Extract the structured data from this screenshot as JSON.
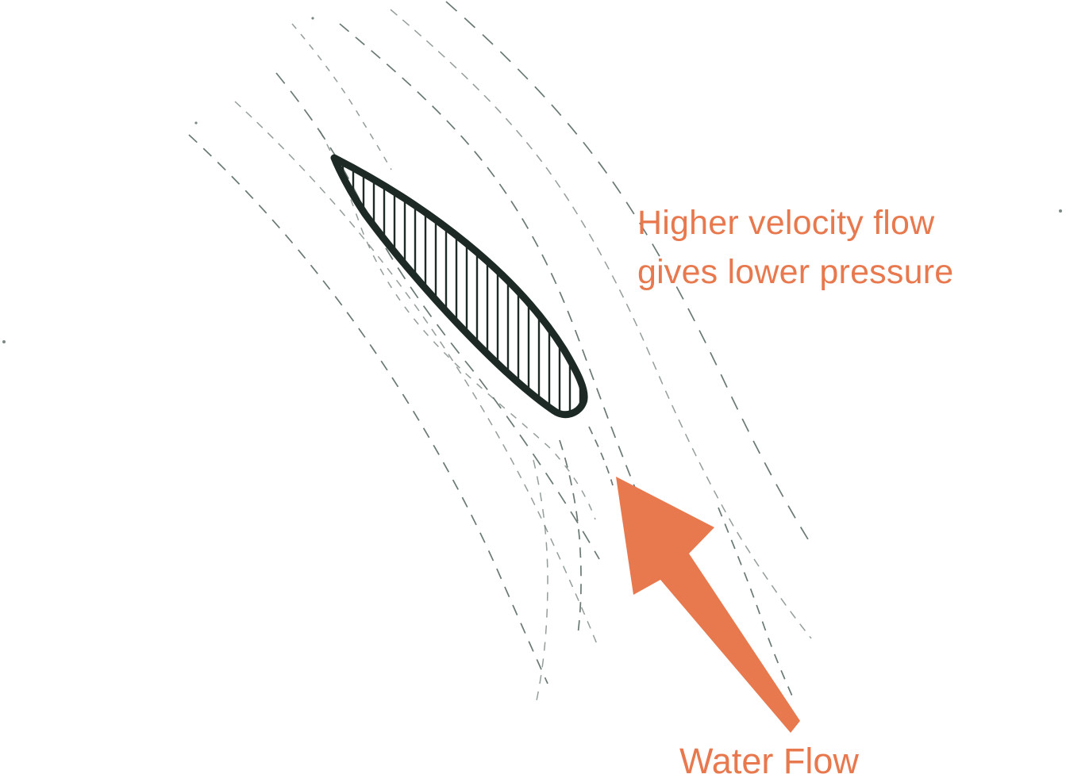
{
  "diagram": {
    "annotation": {
      "line1": "Higher velocity flow",
      "line2": "gives lower pressure"
    },
    "flow_label": "Water Flow",
    "colors": {
      "accent_orange": "#E8794E",
      "foil_dark": "#1C2924",
      "streamline": "#5A6A66",
      "background": "#FFFFFF"
    },
    "icons": {
      "water_flow_arrow": "solid tapered arrow pointing up-left toward the foil",
      "hydrofoil_cross_section": "hatched airfoil / hydrofoil profile drawn diagonally",
      "flow_streamlines": "dashed sketch lines following the water flow around the foil"
    }
  }
}
